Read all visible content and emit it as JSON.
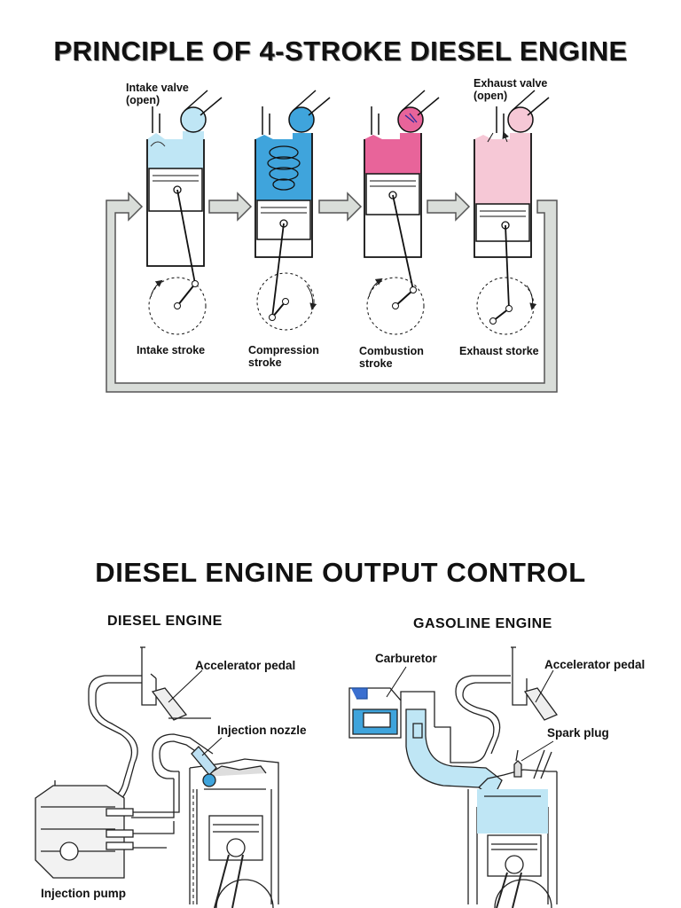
{
  "top": {
    "title": "PRINCIPLE OF 4-STROKE DIESEL ENGINE",
    "intake_valve_label": "Intake valve\n(open)",
    "exhaust_valve_label": "Exhaust valve\n(open)",
    "strokes": [
      {
        "label": "Intake stroke",
        "color": "#bfe6f5"
      },
      {
        "label": "Compression\nstroke",
        "color": "#3fa4dc"
      },
      {
        "label": "Combustion\nstroke",
        "color": "#e8649a"
      },
      {
        "label": "Exhaust storke",
        "color": "#f6c8d6"
      }
    ]
  },
  "bottom": {
    "title": "DIESEL ENGINE OUTPUT CONTROL",
    "diesel": {
      "heading": "DIESEL ENGINE",
      "accelerator_label": "Accelerator pedal",
      "nozzle_label": "Injection nozzle",
      "pump_label": "Injection pump"
    },
    "gasoline": {
      "heading": "GASOLINE ENGINE",
      "carburetor_label": "Carburetor",
      "accelerator_label": "Accelerator pedal",
      "spark_plug_label": "Spark plug"
    }
  }
}
